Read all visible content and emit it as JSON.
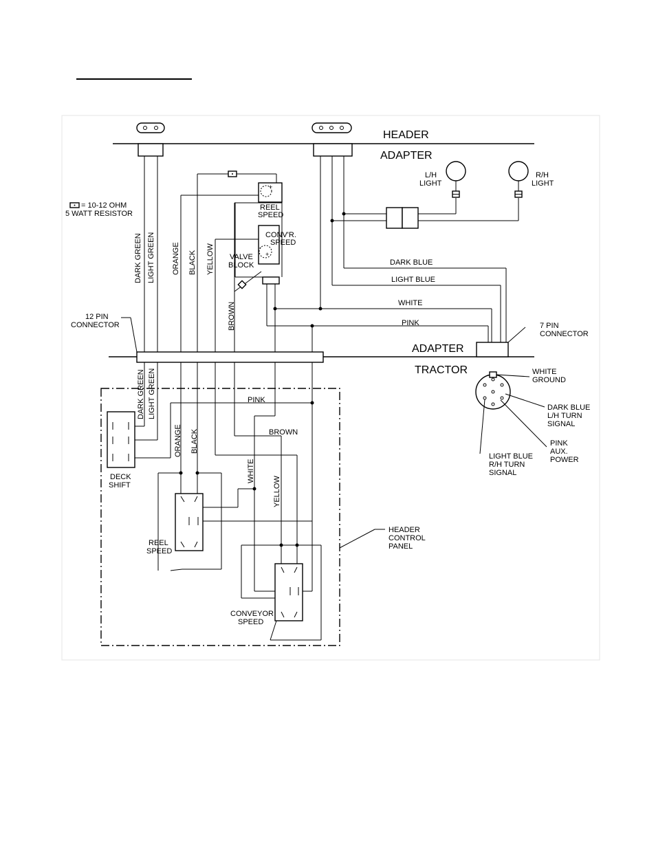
{
  "labels": {
    "header": "HEADER",
    "adapter_top": "ADAPTER",
    "adapter_bottom": "ADAPTER",
    "tractor": "TRACTOR",
    "lh_light": [
      "L/H",
      "LIGHT"
    ],
    "rh_light": [
      "R/H",
      "LIGHT"
    ],
    "resistor_legend": [
      "= 10-12 OHM",
      "5 WATT RESISTOR"
    ],
    "reel_speed_valve": [
      "REEL",
      "SPEED"
    ],
    "conv_speed_valve": [
      "CONV'R.",
      "SPEED"
    ],
    "valve_block": [
      "VALVE",
      "BLOCK"
    ],
    "twelve_pin": [
      "12 PIN",
      "CONNECTOR"
    ],
    "seven_pin": [
      "7 PIN",
      "CONNECTOR"
    ],
    "deck_shift": [
      "DECK",
      "SHIFT"
    ],
    "reel_speed_switch": [
      "REEL",
      "SPEED"
    ],
    "conveyor_speed_switch": [
      "CONVEYOR",
      "SPEED"
    ],
    "header_control_panel": [
      "HEADER",
      "CONTROL",
      "PANEL"
    ],
    "white_ground": [
      "WHITE",
      "GROUND"
    ],
    "dark_blue_lh": [
      "DARK BLUE",
      "L/H TURN",
      "SIGNAL"
    ],
    "pink_aux": [
      "PINK",
      "AUX.",
      "POWER"
    ],
    "light_blue_rh": [
      "LIGHT BLUE",
      "R/H TURN",
      "SIGNAL"
    ]
  },
  "wires": {
    "dark_green": "DARK GREEN",
    "light_green": "LIGHT GREEN",
    "orange": "ORANGE",
    "black": "BLACK",
    "yellow": "YELLOW",
    "brown": "BROWN",
    "white": "WHITE",
    "pink": "PINK",
    "dark_blue": "DARK BLUE",
    "light_blue": "LIGHT BLUE"
  }
}
